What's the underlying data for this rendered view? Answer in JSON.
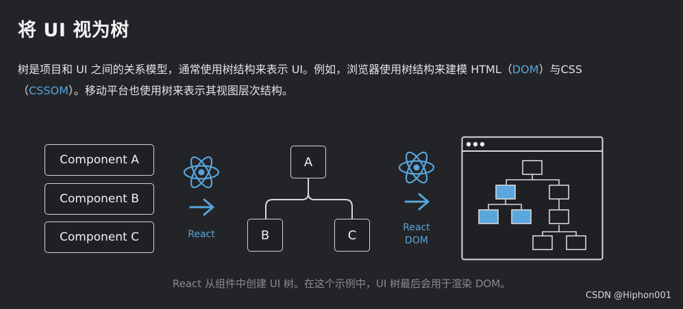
{
  "heading": "将 UI 视为树",
  "paragraph": {
    "part1": "树是项目和 UI 之间的关系模型，通常使用树结构来表示 UI。例如，浏览器使用树结构来建模 HTML（",
    "link1": "DOM",
    "part2": "）与CSS",
    "part3": "（",
    "link2": "CSSOM",
    "part4": "）。移动平台也使用树来表示其视图层次结构。"
  },
  "components": [
    "Component A",
    "Component B",
    "Component C"
  ],
  "react_label": "React",
  "react_dom_label": [
    "React",
    "DOM"
  ],
  "tree": {
    "root": "A",
    "left": "B",
    "right": "C"
  },
  "caption": "React 从组件中创建 UI 树。在这个示例中，UI 树最后会用于渲染 DOM。",
  "watermark": "CSDN @Hiphon001",
  "colors": {
    "accent": "#58a6dd",
    "background": "#232427",
    "border": "#d9d9dc"
  },
  "icons": [
    "react-logo-icon",
    "arrow-right-icon",
    "browser-window-icon"
  ]
}
